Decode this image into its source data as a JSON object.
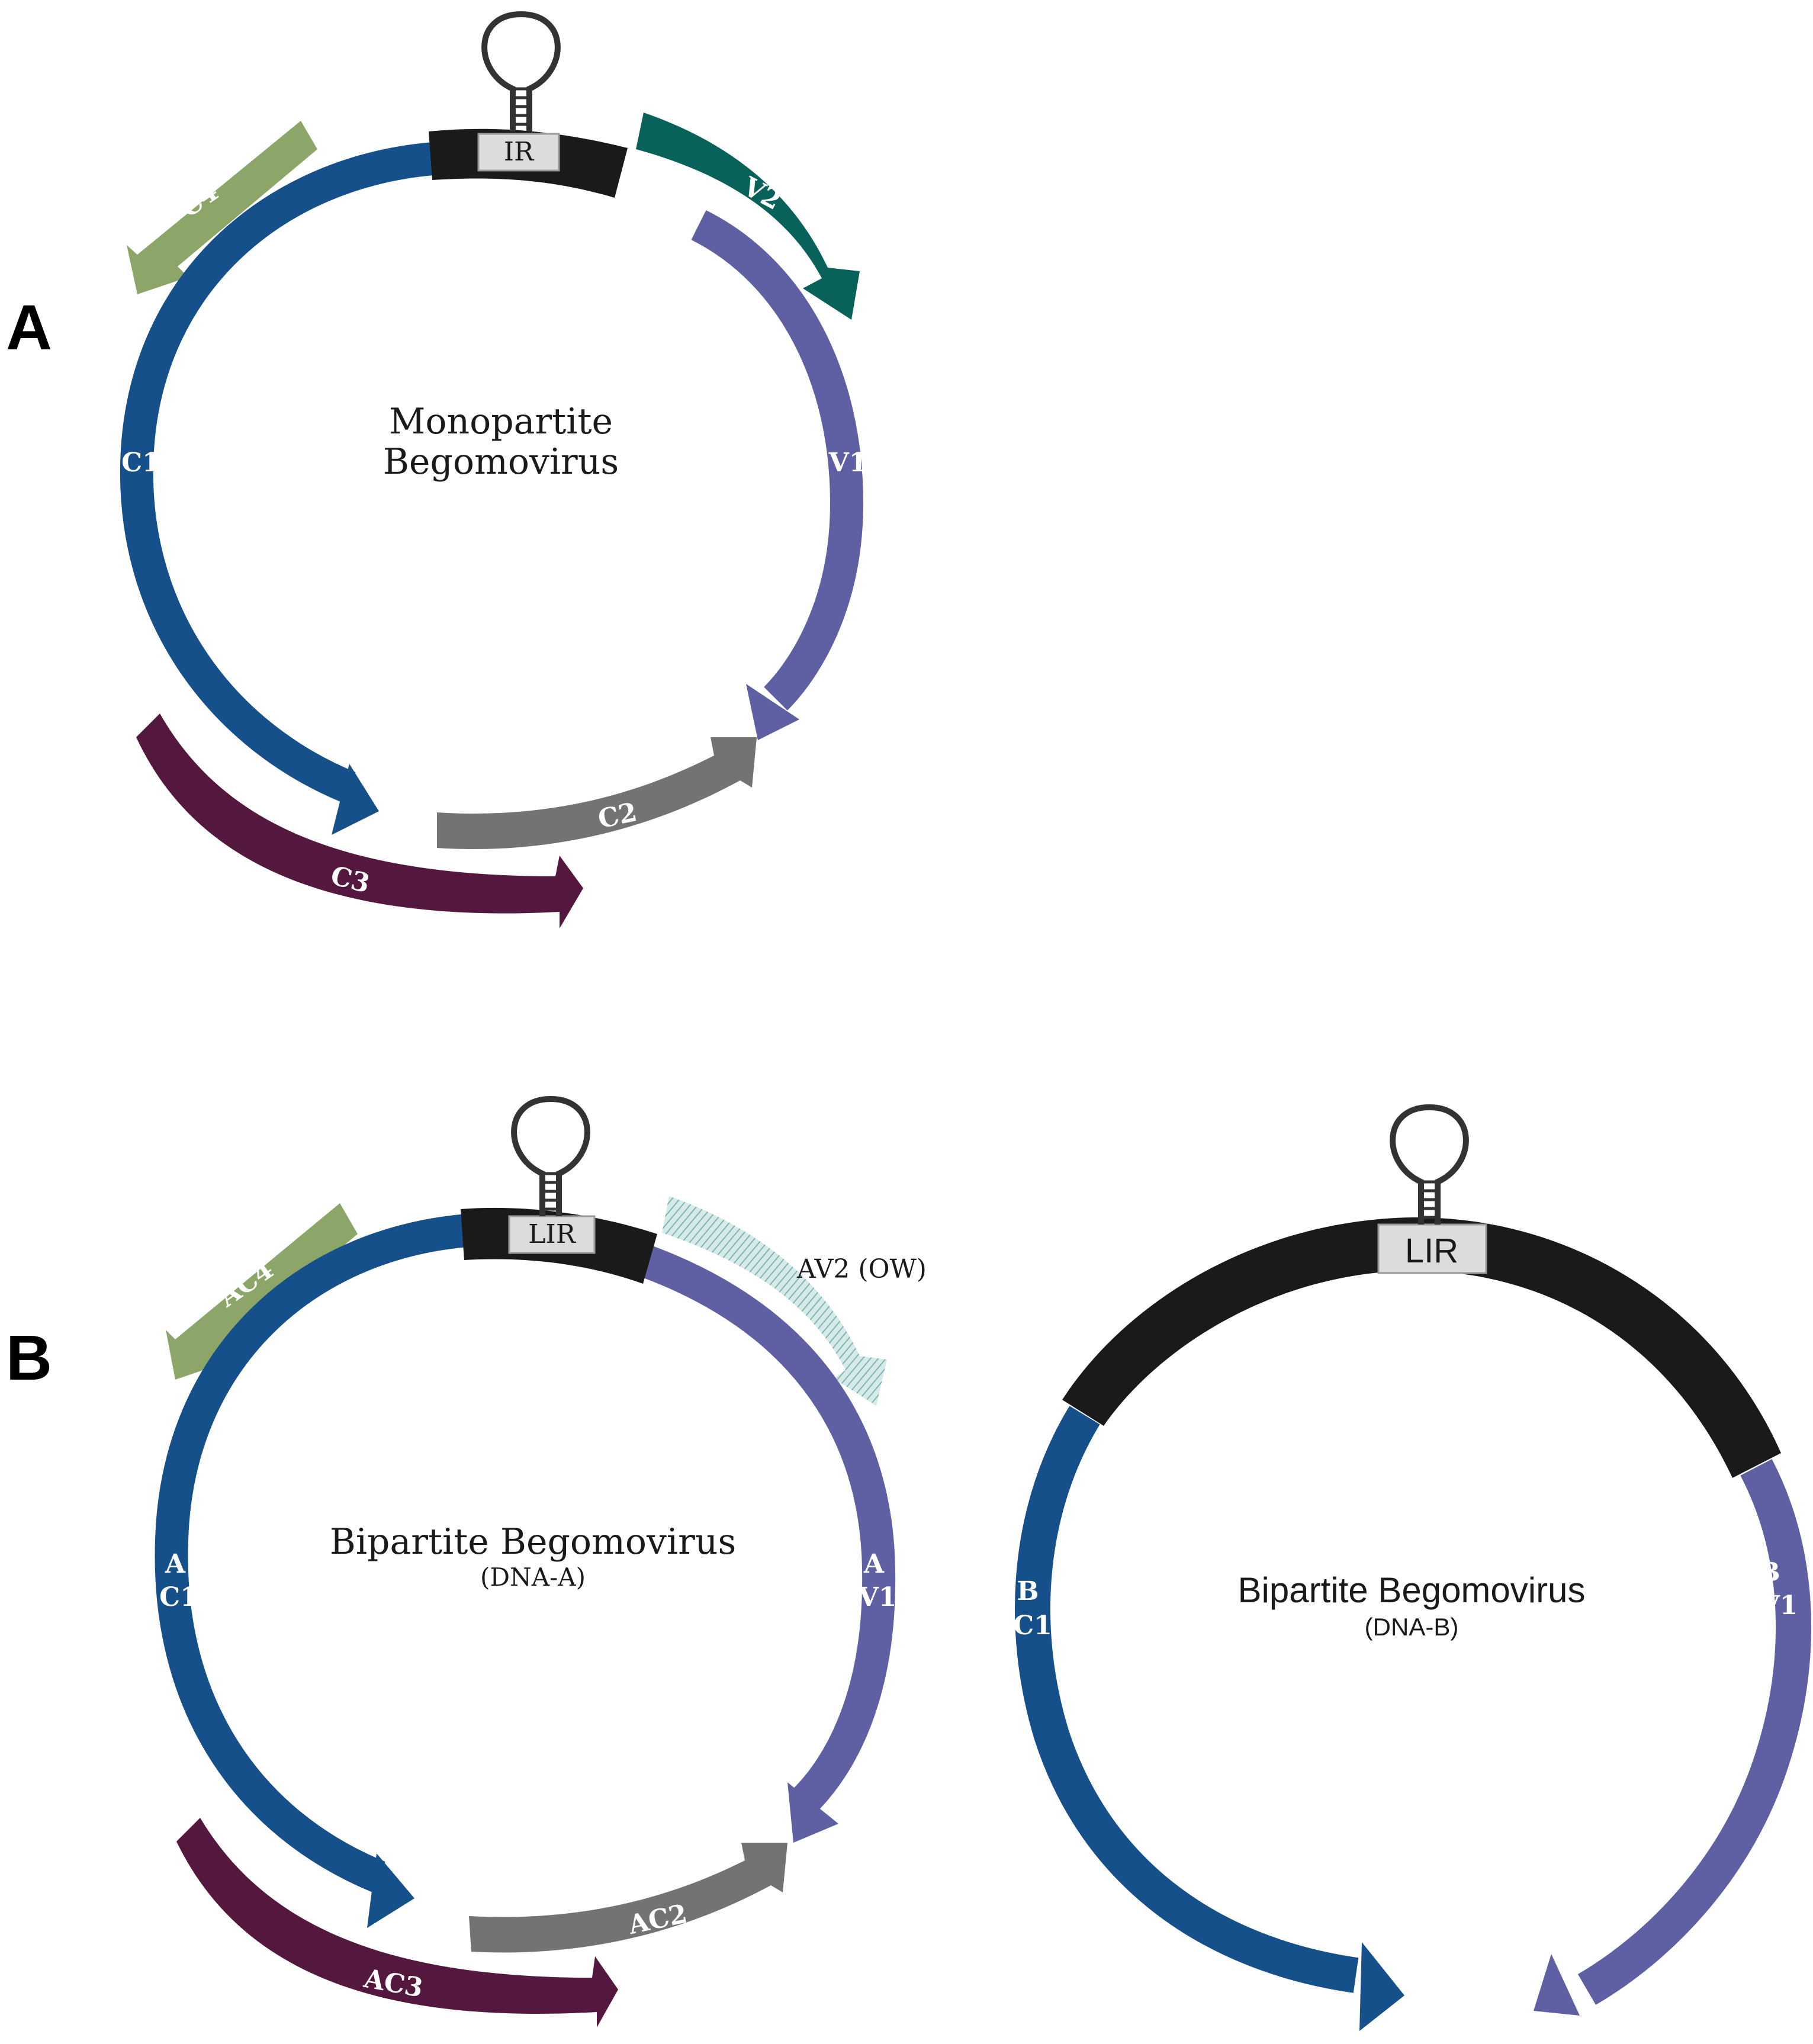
{
  "panels": {
    "a": {
      "letter": "A",
      "title": "Monopartite",
      "title2": "Begomovirus",
      "ir": "IR",
      "genes": {
        "c4": "C4",
        "v2": "V2",
        "c1": "C1",
        "v1": "V1",
        "c2": "C2",
        "c3": "C3"
      }
    },
    "b": {
      "letter": "B",
      "dna_a": {
        "title": "Bipartite Begomovirus",
        "subtitle": "(DNA-A)",
        "ir": "LIR",
        "genes": {
          "ac4": "AC4",
          "av2": "AV2 (OW)",
          "ac1_a": "A",
          "ac1_c": "C1",
          "av1_a": "A",
          "av1_v": "V1",
          "ac2": "AC2",
          "ac3": "AC3"
        }
      },
      "dna_b": {
        "title": "Bipartite Begomovirus",
        "subtitle": "(DNA-B)",
        "ir": "LIR",
        "genes": {
          "bc1_b": "B",
          "bc1_c": "C1",
          "bv1_b": "B",
          "bv1_v": "V1"
        }
      }
    }
  },
  "colors": {
    "c1": "#15508a",
    "v1": "#5f5fa3",
    "v2": "#08625a",
    "c4": "#8ca66a",
    "c2": "#737373",
    "c3": "#54183f",
    "ir": "#1a1a1a",
    "av2": "#8fc1bd"
  }
}
